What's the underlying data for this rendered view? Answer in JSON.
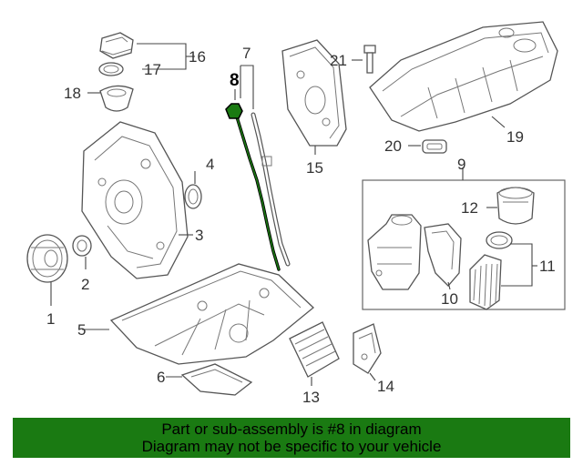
{
  "diagram": {
    "highlighted_part": "8",
    "highlight_color": "#1a7a12",
    "callouts": [
      "1",
      "2",
      "3",
      "4",
      "5",
      "6",
      "7",
      "8",
      "9",
      "10",
      "11",
      "12",
      "13",
      "14",
      "15",
      "16",
      "17",
      "18",
      "19",
      "20",
      "21"
    ]
  },
  "banner": {
    "line1": "Part or sub-assembly is #8 in diagram",
    "line2": "Diagram may not be specific to your vehicle",
    "background": "#1a7a12"
  }
}
